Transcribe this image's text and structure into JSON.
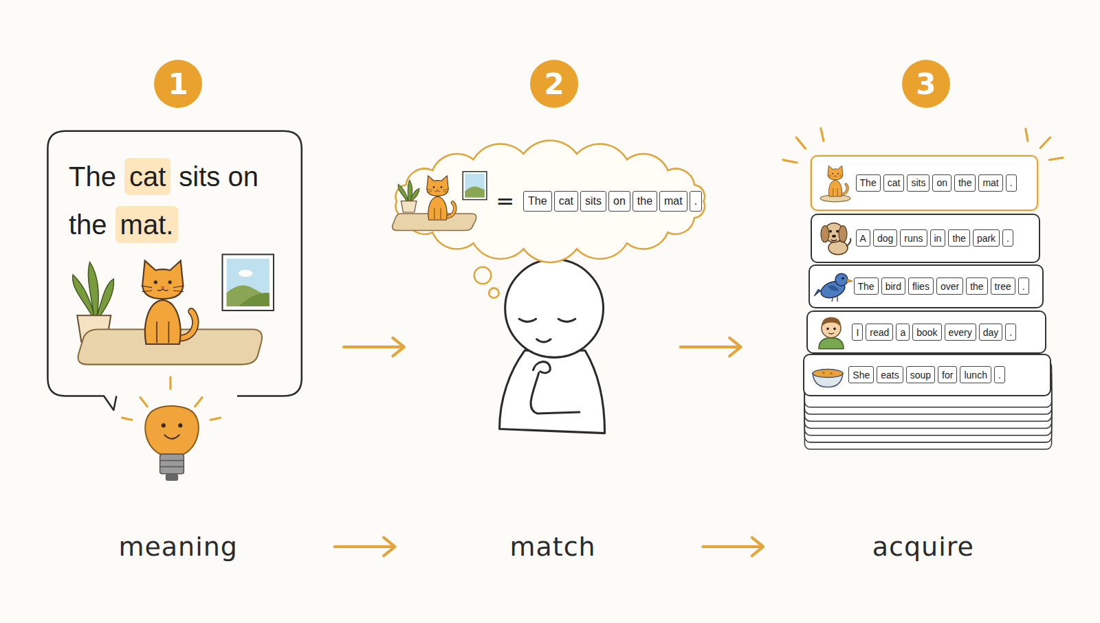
{
  "diagram": {
    "nodes": [
      {
        "text": [
          "1"
        ]
      },
      {
        "text": [
          "The",
          "cat",
          "sits on",
          "the",
          "mat."
        ]
      },
      {
        "text": [
          "2"
        ]
      },
      {
        "text": [
          "="
        ]
      },
      {
        "text": [
          "The"
        ],
        "in": 3
      },
      {
        "text": [
          "cat"
        ],
        "in": 3
      },
      {
        "text": [
          "sits"
        ],
        "in": 3
      },
      {
        "text": [
          "on"
        ],
        "in": 3
      },
      {
        "text": [
          "the"
        ],
        "in": 3
      },
      {
        "text": [
          "mat"
        ],
        "in": 3
      },
      {
        "text": [
          "."
        ],
        "in": 3
      },
      {
        "text": [
          "3"
        ]
      },
      {
        "text": []
      },
      {
        "text": [
          "The"
        ],
        "in": 12
      },
      {
        "text": [
          "cat"
        ],
        "in": 12
      },
      {
        "text": [
          "sits"
        ],
        "in": 12
      },
      {
        "text": [
          "on"
        ],
        "in": 12
      },
      {
        "text": [
          "the"
        ],
        "in": 12
      },
      {
        "text": [
          "mat"
        ],
        "in": 12
      },
      {
        "text": [
          "."
        ],
        "in": 12
      },
      {
        "text": []
      },
      {
        "text": [
          "A"
        ],
        "in": 20
      },
      {
        "text": [
          "dog"
        ],
        "in": 20
      },
      {
        "text": [
          "runs"
        ],
        "in": 20
      },
      {
        "text": [
          "in"
        ],
        "in": 20
      },
      {
        "text": [
          "the"
        ],
        "in": 20
      },
      {
        "text": [
          "park"
        ],
        "in": 20
      },
      {
        "text": [
          "."
        ],
        "in": 20
      },
      {
        "text": []
      },
      {
        "text": [
          "The"
        ],
        "in": 28
      },
      {
        "text": [
          "bird"
        ],
        "in": 28
      },
      {
        "text": [
          "flies"
        ],
        "in": 28
      },
      {
        "text": [
          "over"
        ],
        "in": 28
      },
      {
        "text": [
          "the"
        ],
        "in": 28
      },
      {
        "text": [
          "tree"
        ],
        "in": 28
      },
      {
        "text": [
          "."
        ],
        "in": 28
      },
      {
        "text": []
      },
      {
        "text": [
          "I"
        ],
        "in": 36
      },
      {
        "text": [
          "read"
        ],
        "in": 36
      },
      {
        "text": [
          "a"
        ],
        "in": 36
      },
      {
        "text": [
          "book"
        ],
        "in": 36
      },
      {
        "text": [
          "every"
        ],
        "in": 36
      },
      {
        "text": [
          "day"
        ],
        "in": 36
      },
      {
        "text": [
          "."
        ],
        "in": 36
      },
      {
        "text": []
      },
      {
        "text": [
          "She"
        ],
        "in": 44
      },
      {
        "text": [
          "eats"
        ],
        "in": 44
      },
      {
        "text": [
          "soup"
        ],
        "in": 44
      },
      {
        "text": [
          "for"
        ],
        "in": 44
      },
      {
        "text": [
          "lunch"
        ],
        "in": 44
      },
      {
        "text": [
          "."
        ],
        "in": 44
      }
    ],
    "labels": [
      "meaning",
      "match",
      "acquire"
    ]
  }
}
